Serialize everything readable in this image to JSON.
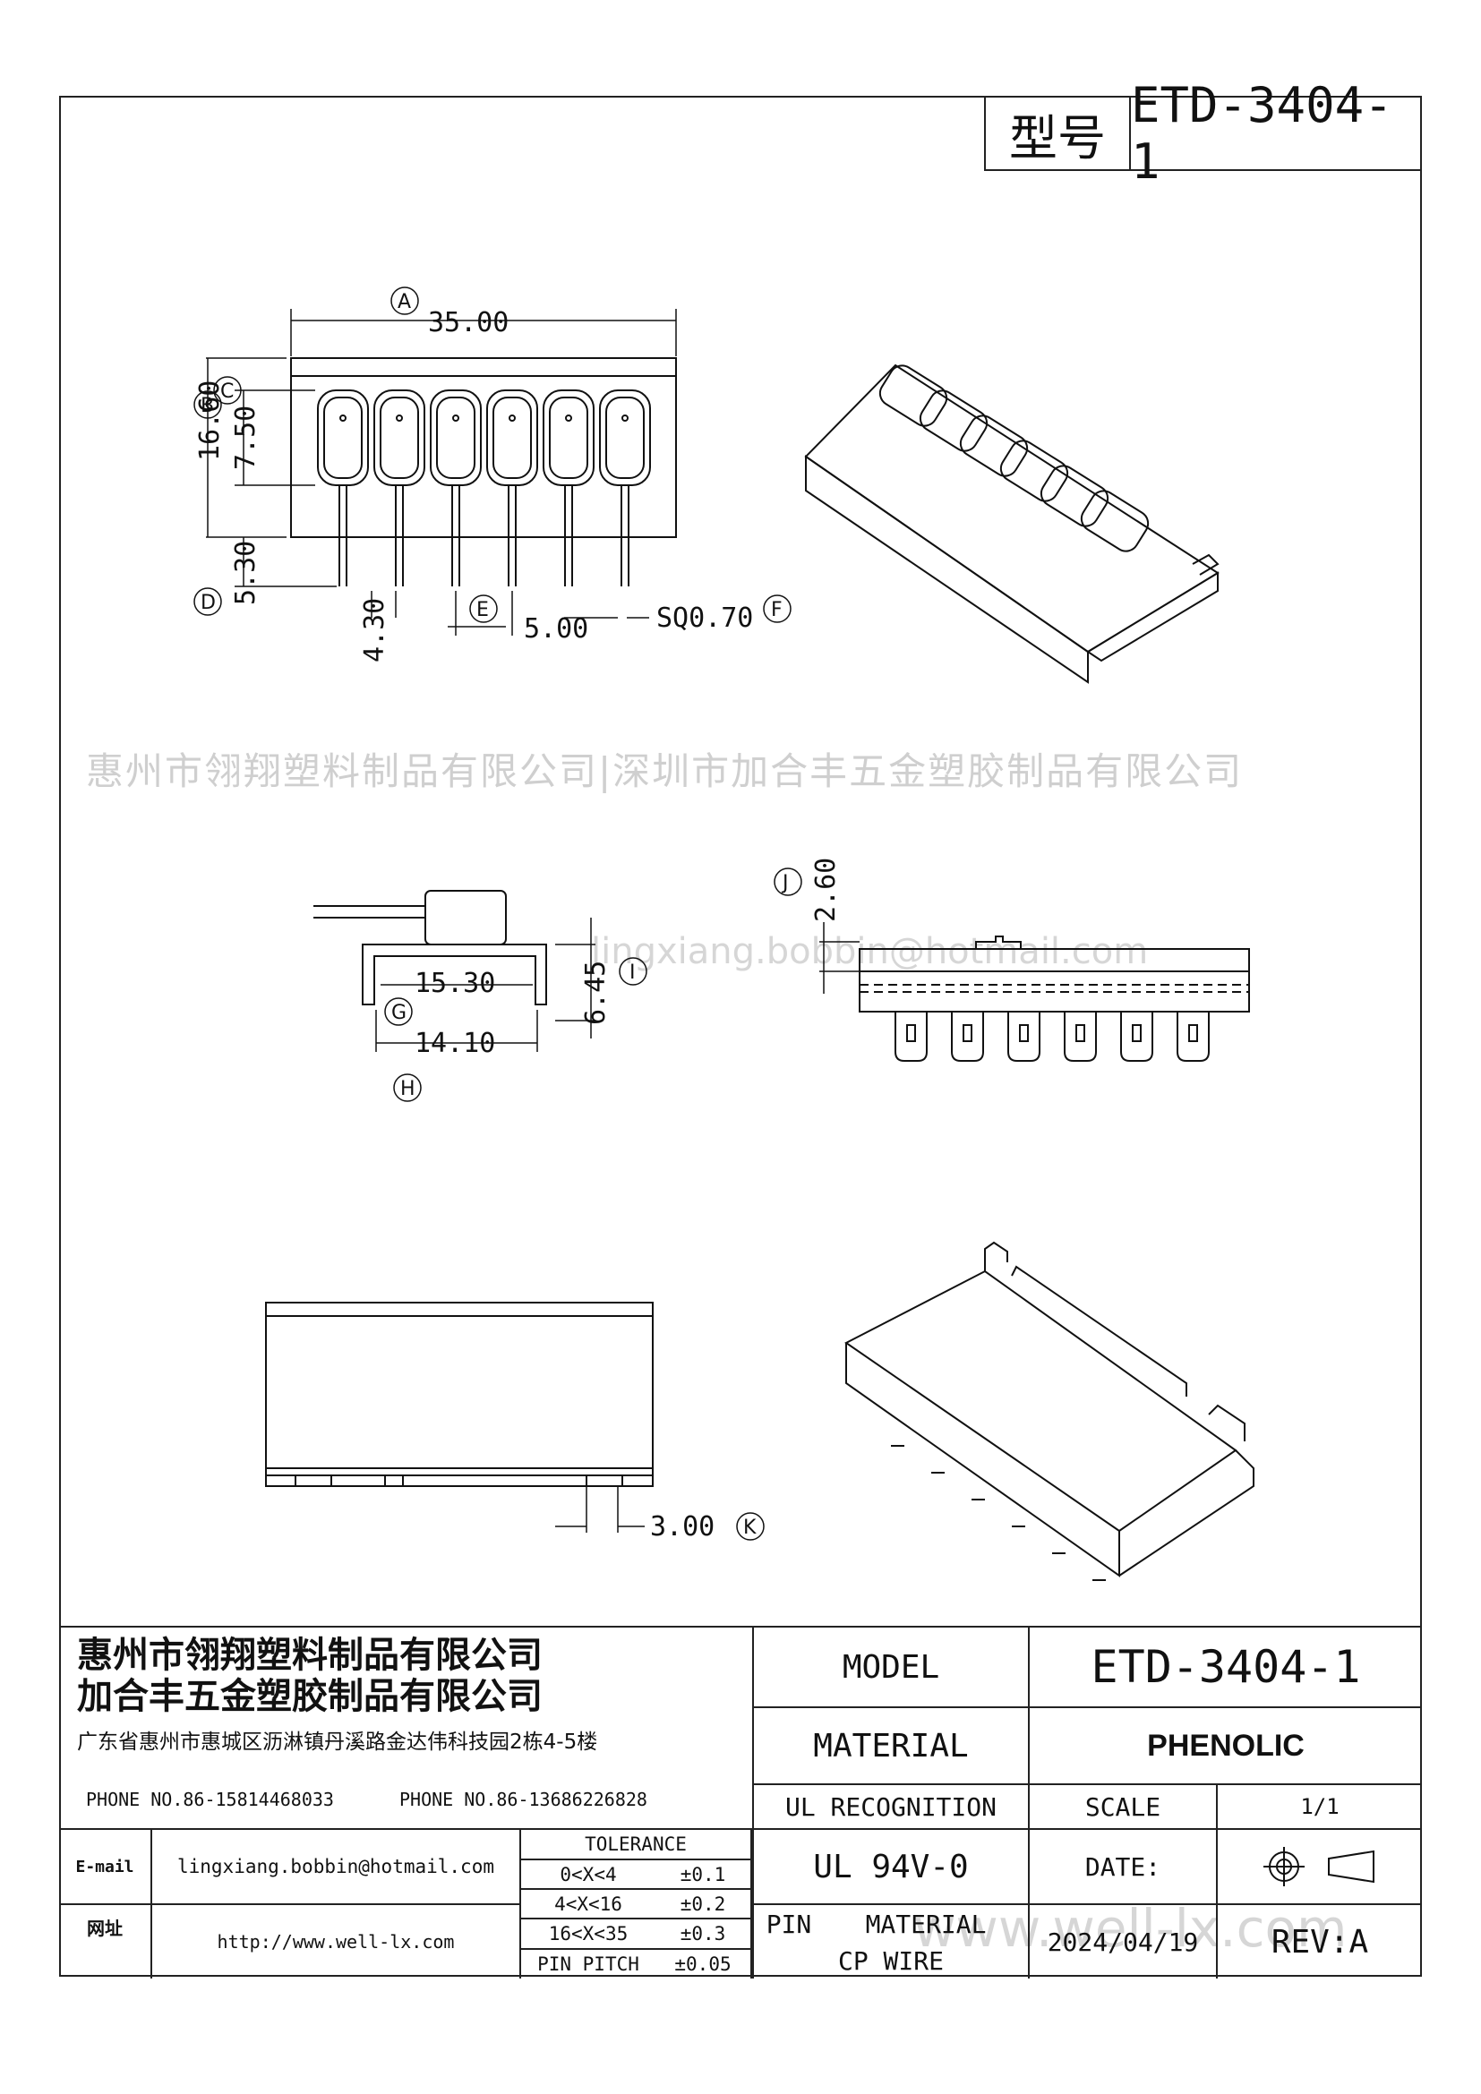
{
  "header": {
    "type_label": "型号",
    "type_value": "ETD-3404-1"
  },
  "watermarks": {
    "company_line": "惠州市翎翔塑料制品有限公司|深圳市加合丰五金塑胶制品有限公司",
    "email": "lingxiang.bobbin@hotmail.com",
    "website": "www.well-lx.com"
  },
  "dimensions": {
    "A": "35.00",
    "B": "16.60",
    "C": "7.50",
    "D": "5.30",
    "D2": "4.30",
    "E": "5.00",
    "F": "SQ0.70",
    "G": "15.30",
    "H": "14.10",
    "I": "6.45",
    "J": "2.60",
    "K": "3.00"
  },
  "dim_markers": {
    "A": "A",
    "B": "B",
    "C": "C",
    "D": "D",
    "E": "E",
    "F": "F",
    "G": "G",
    "H": "H",
    "I": "I",
    "J": "J",
    "K": "K"
  },
  "title_block": {
    "company1": "惠州市翎翔塑料制品有限公司",
    "company2": "加合丰五金塑胶制品有限公司",
    "address": "广东省惠州市惠城区沥淋镇丹溪路金达伟科技园2栋4-5楼",
    "phone1": "PHONE NO.86-15814468033",
    "phone2": "PHONE NO.86-13686226828",
    "email_label": "E-mail",
    "email_value": "lingxiang.bobbin@hotmail.com",
    "web_label": "网址",
    "web_value": "http://www.well-lx.com",
    "tolerance_title": "TOLERANCE",
    "tolerance_rows": [
      {
        "range": "0<X<4",
        "value": "±0.1"
      },
      {
        "range": "4<X<16",
        "value": "±0.2"
      },
      {
        "range": "16<X<35",
        "value": "±0.3"
      },
      {
        "range": "PIN PITCH",
        "value": "±0.05"
      }
    ],
    "model_label": "MODEL",
    "model_value": "ETD-3404-1",
    "material_label": "MATERIAL",
    "material_value": "PHENOLIC",
    "ul_label": "UL RECOGNITION",
    "ul_value": "UL 94V-0",
    "scale_label": "SCALE",
    "scale_value": "1/1",
    "date_label": "DATE:",
    "date_value": "2024/04/19",
    "pin_label": "PIN",
    "pin_material_label": "MATERIAL",
    "pin_material_value": "CP WIRE",
    "rev": "REV:A"
  }
}
